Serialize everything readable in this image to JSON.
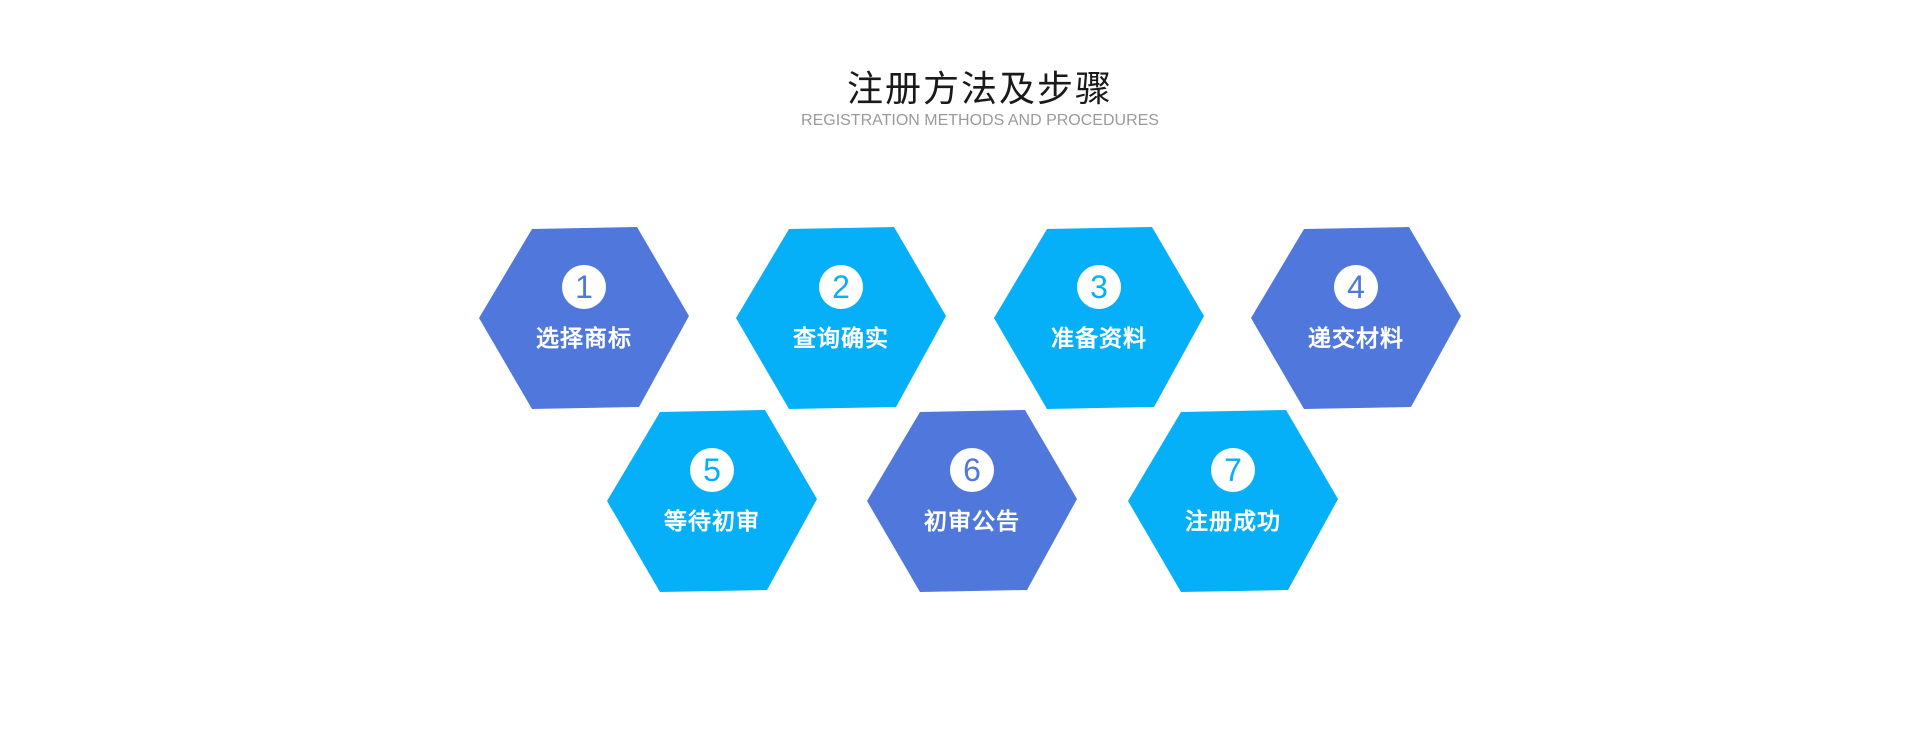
{
  "header": {
    "title": "注册方法及步骤",
    "subtitle": "REGISTRATION METHODS AND PROCEDURES"
  },
  "colors": {
    "dark_blue": "#5077dc",
    "light_blue": "#06b0f8"
  },
  "steps": [
    {
      "number": "1",
      "label": "选择商标",
      "color": "dark_blue"
    },
    {
      "number": "2",
      "label": "查询确实",
      "color": "light_blue"
    },
    {
      "number": "3",
      "label": "准备资料",
      "color": "light_blue"
    },
    {
      "number": "4",
      "label": "递交材料",
      "color": "dark_blue"
    },
    {
      "number": "5",
      "label": "等待初审",
      "color": "light_blue"
    },
    {
      "number": "6",
      "label": "初审公告",
      "color": "dark_blue"
    },
    {
      "number": "7",
      "label": "注册成功",
      "color": "light_blue"
    }
  ]
}
